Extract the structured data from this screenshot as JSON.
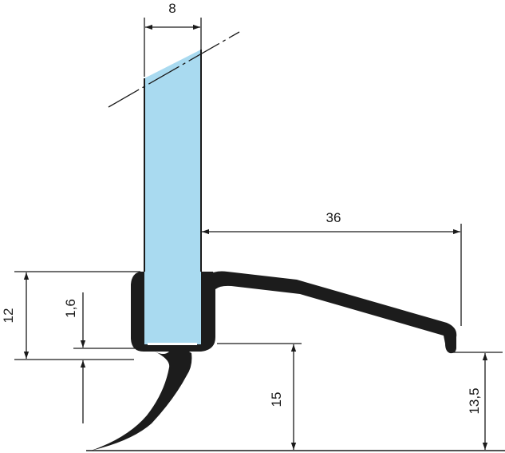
{
  "dimensions": {
    "glass_thickness": "8",
    "lip_length": "36",
    "profile_height": "12",
    "gap": "1,6",
    "glass_to_floor": "15",
    "lip_to_floor": "13,5"
  },
  "colors": {
    "glass": "#a9daf0",
    "seal": "#1c1c1c",
    "ink": "#1a1a1a"
  }
}
